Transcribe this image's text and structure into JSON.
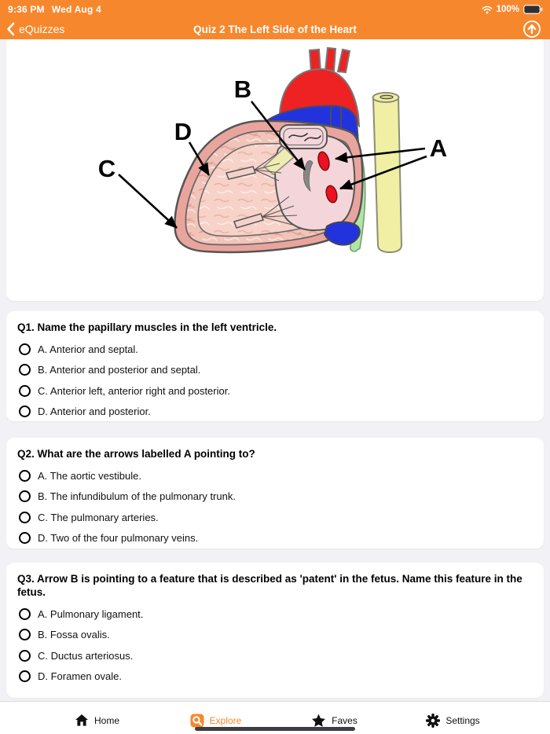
{
  "status_bar": {
    "time": "9:36 PM",
    "date": "Wed Aug 4",
    "battery": "100%"
  },
  "nav": {
    "back_label": "eQuizzes",
    "title": "Quiz 2 The Left Side of the Heart"
  },
  "diagram": {
    "description": "Hand-drawn cross-section of the left side of the heart with labelled arrows",
    "labels": {
      "a": "A",
      "b": "B",
      "c": "C",
      "d": "D"
    }
  },
  "questions": [
    {
      "title": "Q1. Name the papillary muscles in the left ventricle.",
      "options": [
        "A. Anterior and septal.",
        "B. Anterior and posterior and septal.",
        "C. Anterior left, anterior right and posterior.",
        "D. Anterior and posterior."
      ]
    },
    {
      "title": "Q2. What are the arrows labelled A pointing to?",
      "options": [
        "A. The aortic vestibule.",
        "B. The infundibulum of the pulmonary trunk.",
        "C. The pulmonary arteries.",
        "D. Two of the four pulmonary veins."
      ]
    },
    {
      "title": "Q3. Arrow B is pointing to a feature that is described as 'patent' in the fetus. Name this feature in the fetus.",
      "options": [
        "A. Pulmonary ligament.",
        "B. Fossa ovalis.",
        "C. Ductus arteriosus.",
        "D. Foramen ovale."
      ]
    }
  ],
  "tab_bar": {
    "items": [
      {
        "label": "Home"
      },
      {
        "label": "Explore"
      },
      {
        "label": "Faves"
      },
      {
        "label": "Settings"
      }
    ],
    "active": "Explore"
  },
  "colors": {
    "accent_orange": "#F7872D",
    "page_background": "#F2F2F6",
    "card_background": "#FFFFFF",
    "diagram_red": "#EE2222",
    "diagram_blue": "#2233DD",
    "diagram_pink_wall": "#E9A59D",
    "diagram_yellow": "#F1EFA3",
    "diagram_green": "#B2E4A6"
  }
}
